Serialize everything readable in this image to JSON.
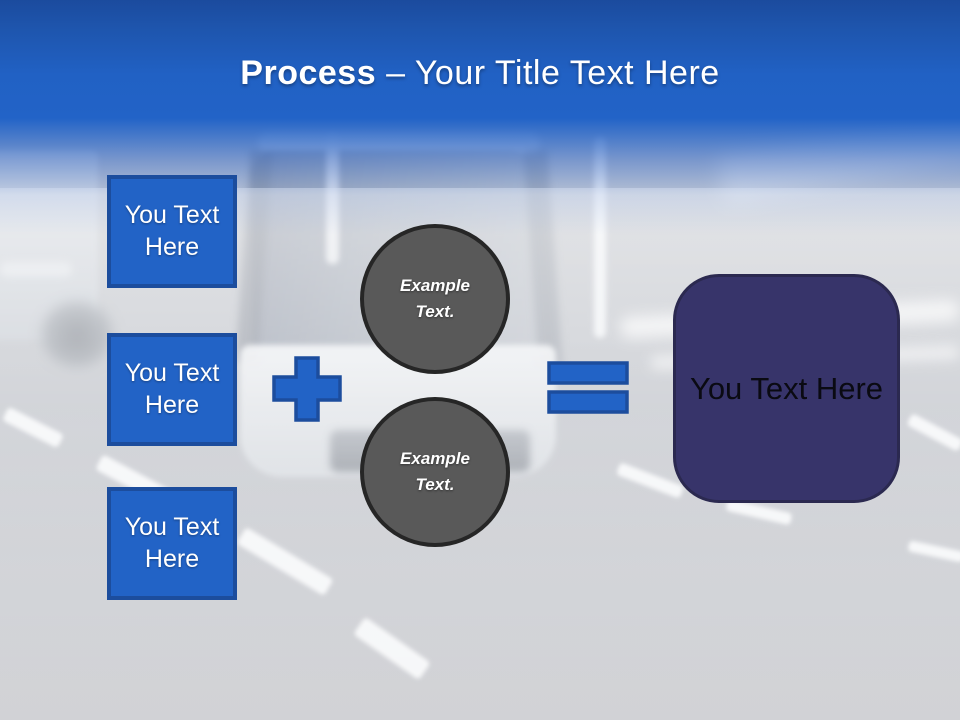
{
  "title": {
    "emphasis": "Process",
    "rest": "– Your Title Text Here"
  },
  "diagram": {
    "inputs": [
      {
        "label": "You Text\nHere"
      },
      {
        "label": "You Text\nHere"
      },
      {
        "label": "You Text\nHere"
      }
    ],
    "operators": {
      "plus": "plus-sign",
      "equals": "equals-sign"
    },
    "examples": [
      {
        "label": "Example\nText."
      },
      {
        "label": "Example\nText."
      }
    ],
    "result": {
      "label": "You Text Here"
    }
  },
  "colors": {
    "header_top": "#1B4B9E",
    "header_main": "#2263C7",
    "shape_blue": "#2263C6",
    "shape_blue_border": "#1C4D9D",
    "circle_fill": "#595959",
    "circle_border": "#262626",
    "result_fill": "#37346A",
    "result_border": "#2B2950",
    "title_text": "#FFFFFF"
  }
}
